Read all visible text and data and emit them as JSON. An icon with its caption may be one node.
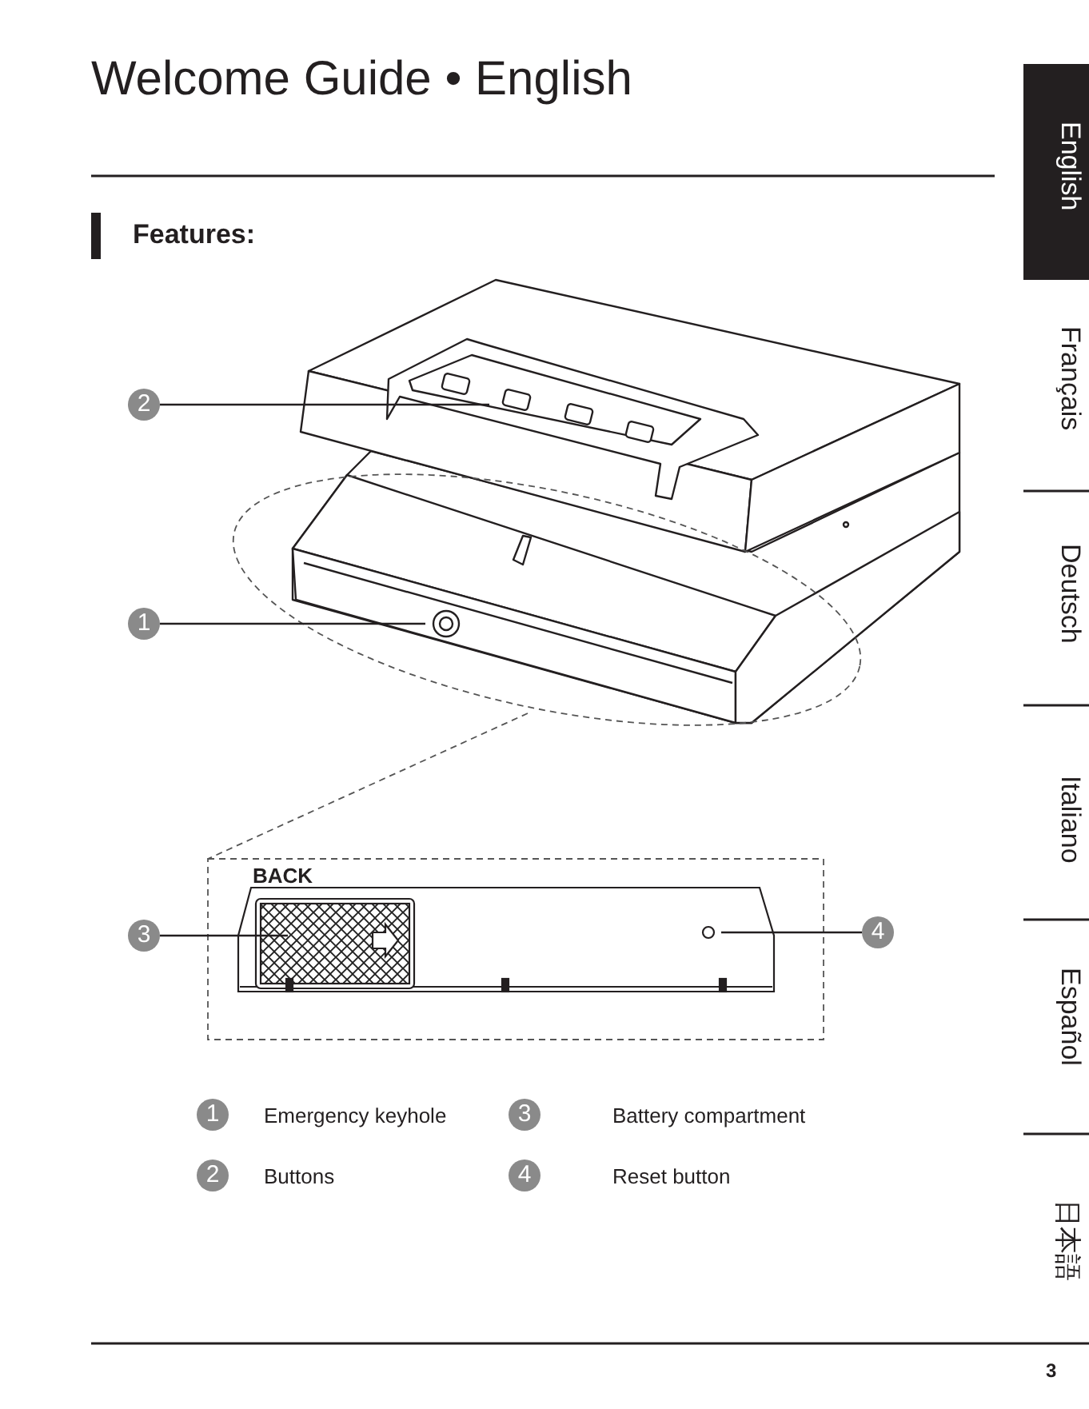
{
  "diagram": {
    "title": "Welcome Guide • English",
    "nodes": [
      {
        "text": [
          "2"
        ]
      },
      {
        "text": [
          "1"
        ]
      },
      {
        "text": [
          "3"
        ]
      },
      {
        "text": [
          "4"
        ]
      },
      {
        "text": [
          "1"
        ],
        "beside": [
          "Emergency keyhole"
        ]
      },
      {
        "text": [
          "3"
        ],
        "beside": [
          "Battery compartment"
        ]
      },
      {
        "text": [
          "2"
        ],
        "beside": [
          "Buttons"
        ]
      },
      {
        "text": [
          "4"
        ],
        "beside": [
          "Reset button"
        ]
      }
    ],
    "edges": [
      {
        "from": 0,
        "to": null,
        "arrow": "none"
      },
      {
        "from": 1,
        "to": null,
        "arrow": "none"
      },
      {
        "from": 2,
        "to": null,
        "arrow": "none"
      },
      {
        "from": 3,
        "to": null,
        "arrow": "none"
      }
    ],
    "labels": [
      "Features:",
      "BACK",
      "English",
      "Français",
      "Deutsch",
      "Italiano",
      "Español",
      "日本語",
      "3"
    ]
  }
}
